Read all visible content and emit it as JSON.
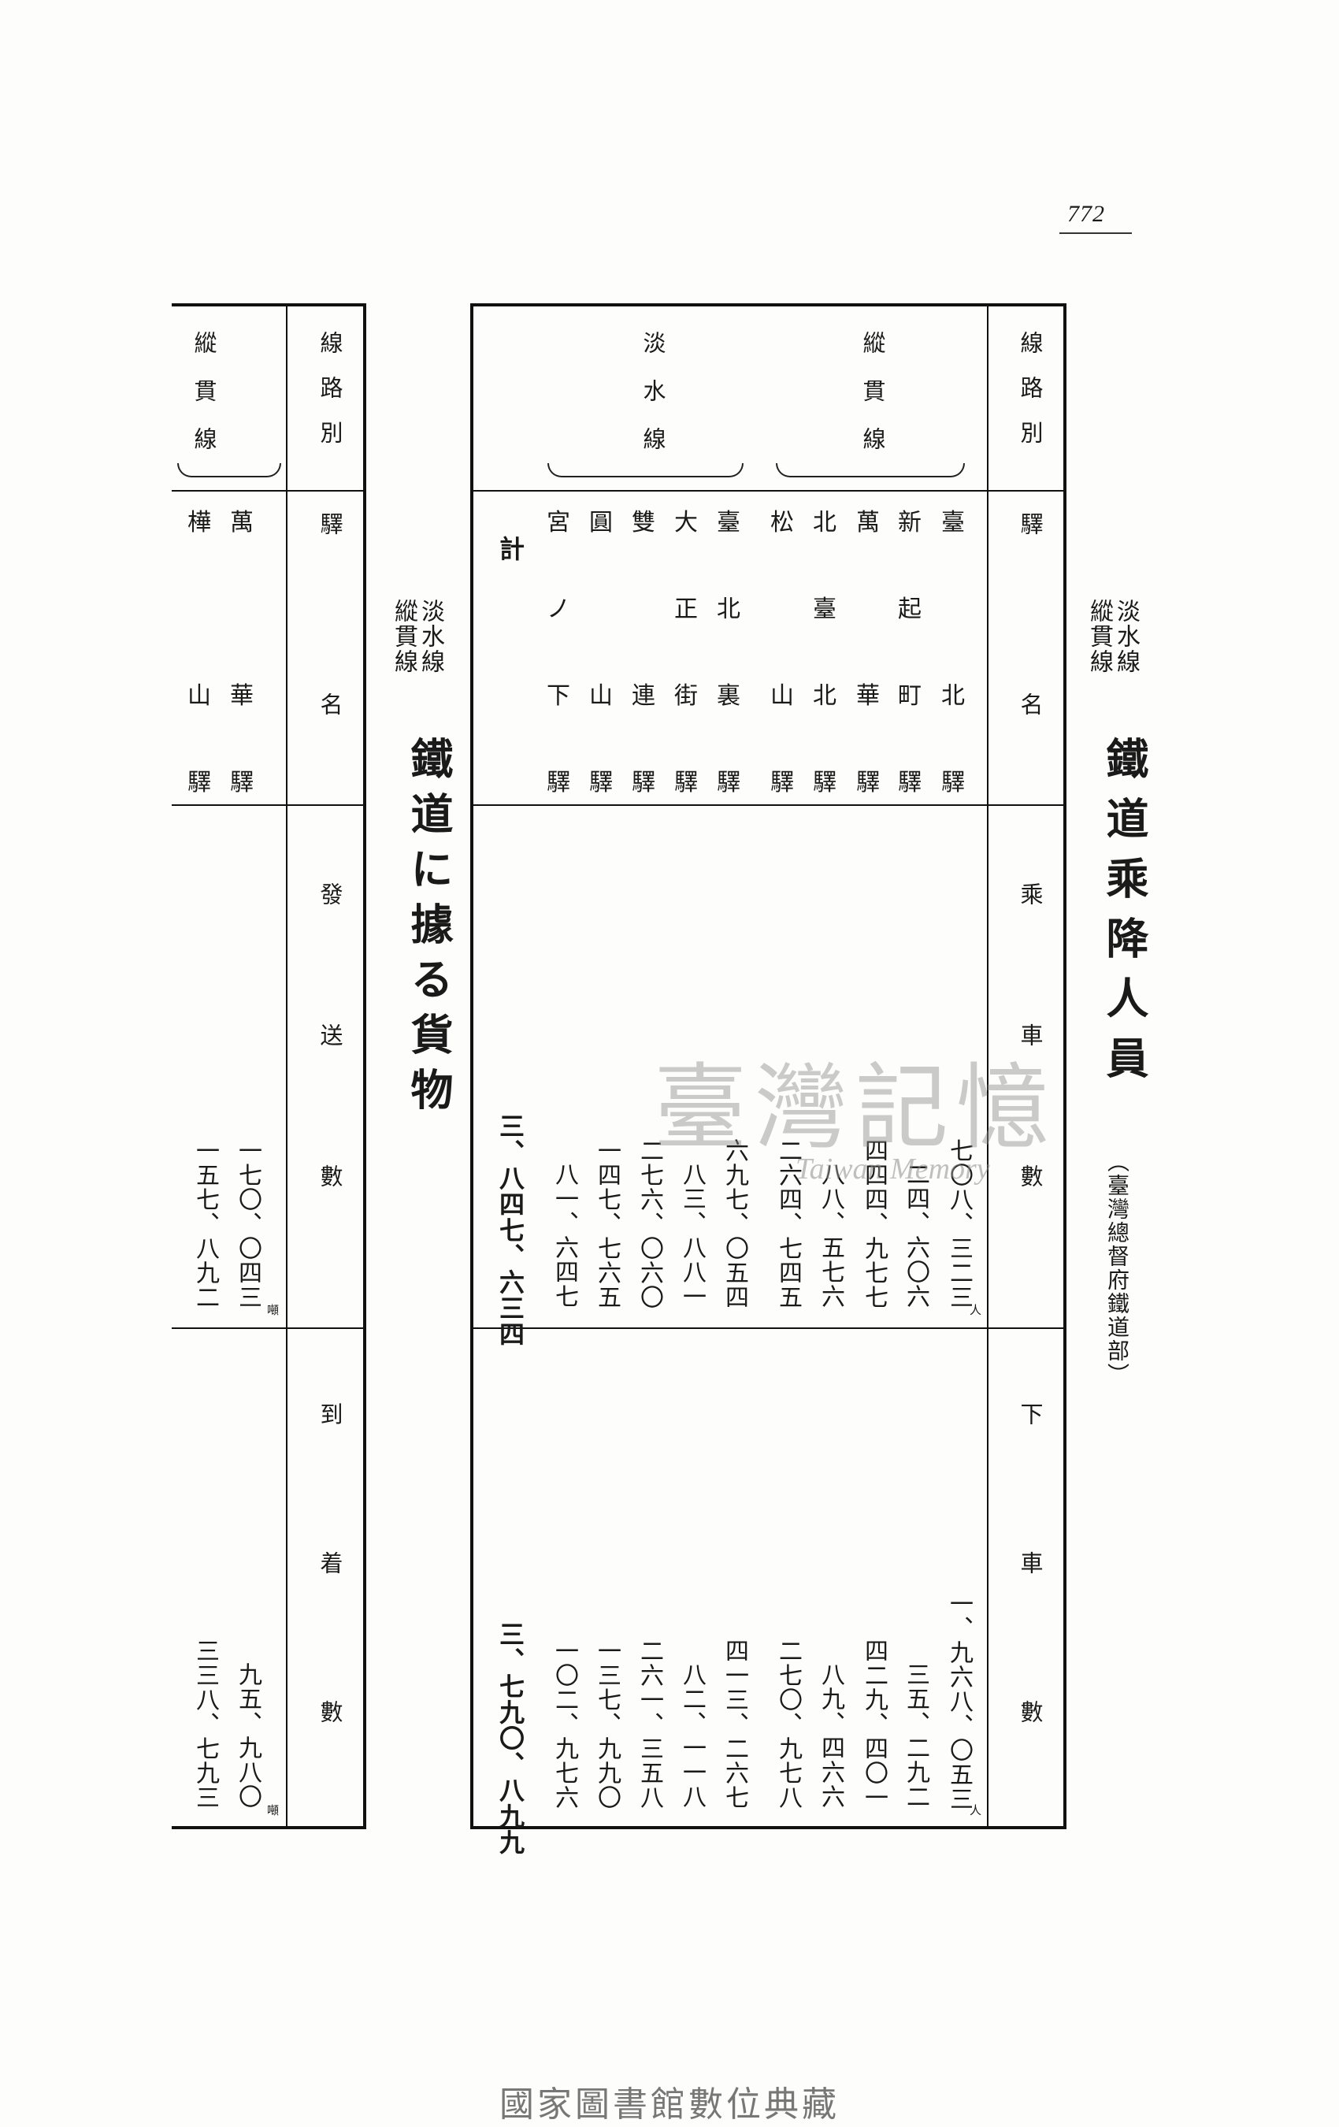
{
  "page_number": "772",
  "passenger": {
    "title": "鐵道乘降人員",
    "subtitle": [
      "縱貫線",
      "淡水線"
    ],
    "source": "（臺灣總督府鐵道部）",
    "headers": {
      "line": "線路別",
      "station": "驛名",
      "board": "乘車數",
      "alight": "下車數"
    },
    "unit": "人",
    "groups": [
      {
        "name": "縱貫線"
      },
      {
        "name": "淡水線"
      }
    ],
    "rows": [
      {
        "station": "臺北驛",
        "board": "七〇八、三二三",
        "alight": "一、九六八、〇五三"
      },
      {
        "station": "新起町驛",
        "board": "二四、六〇六",
        "alight": "三五、二九二"
      },
      {
        "station": "萬華驛",
        "board": "四四四、九七七",
        "alight": "四二九、四〇一"
      },
      {
        "station": "北臺北驛",
        "board": "八八、五七六",
        "alight": "八九、四六六"
      },
      {
        "station": "松山驛",
        "board": "二六四、七四五",
        "alight": "二七〇、九七八"
      },
      {
        "station": "臺北裏驛",
        "board": "六九七、〇五四",
        "alight": "四一三、二六七"
      },
      {
        "station": "大正街驛",
        "board": "八三、八八一",
        "alight": "八二、一一八"
      },
      {
        "station": "雙連驛",
        "board": "二七六、〇六〇",
        "alight": "二六一、三五八"
      },
      {
        "station": "圓山驛",
        "board": "一四七、七六五",
        "alight": "一三七、九九〇"
      },
      {
        "station": "宮ノ下驛",
        "board": "八一、六四七",
        "alight": "一〇二、九七六"
      }
    ],
    "total": {
      "label": "計",
      "board": "三、八四七、六三四",
      "alight": "三、七九〇、八九九"
    }
  },
  "freight": {
    "title": "鐵道に據る貨物",
    "subtitle": [
      "縱貫線",
      "淡水線"
    ],
    "headers": {
      "line": "線路別",
      "station": "驛名",
      "sent": "發送數",
      "arrived": "到着數"
    },
    "unit": "噸",
    "group": "縱貫線",
    "rows": [
      {
        "station": "萬華驛",
        "sent": "一七〇、〇四三",
        "arrived": "九五、九八〇"
      },
      {
        "station": "樺山驛",
        "sent": "一五七、八九二",
        "arrived": "三三八、七九三"
      }
    ]
  },
  "watermark": {
    "zh": "臺灣記憶",
    "en": "Taiwan Memory"
  },
  "footer": "國家圖書館數位典藏"
}
